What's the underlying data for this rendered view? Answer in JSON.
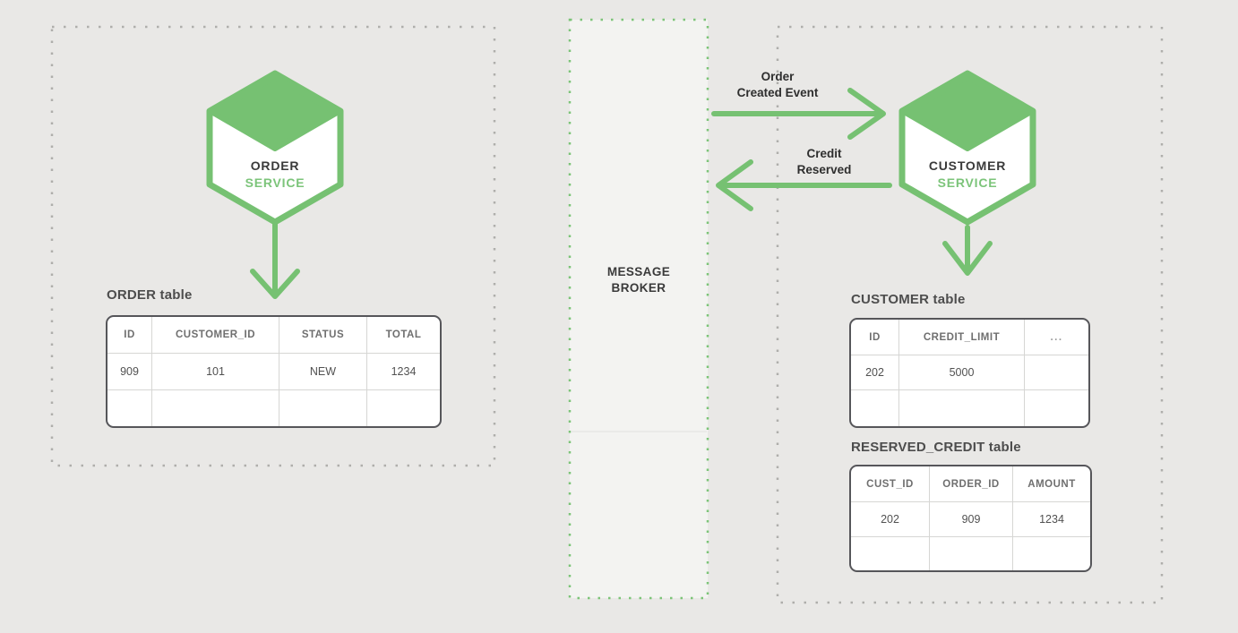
{
  "colors": {
    "accent_green": "#76c172",
    "service_subtitle_green": "#7cc47a",
    "background": "#e9e8e6",
    "broker_background": "#f3f3f1",
    "dotted_gray": "#afaeab",
    "dark_text": "#3a3a3a",
    "table_border": "#56565a"
  },
  "services": {
    "order": {
      "title": "ORDER",
      "subtitle": "SERVICE"
    },
    "customer": {
      "title": "CUSTOMER",
      "subtitle": "SERVICE"
    }
  },
  "broker": {
    "lines": [
      "MESSAGE",
      "BROKER"
    ]
  },
  "events": {
    "order_created": {
      "lines": [
        "Order",
        "Created Event"
      ]
    },
    "credit_reserved": {
      "lines": [
        "Credit",
        "Reserved"
      ]
    }
  },
  "tables": {
    "order": {
      "title": "ORDER table",
      "headers": [
        "ID",
        "CUSTOMER_ID",
        "STATUS",
        "TOTAL"
      ],
      "rows": [
        [
          "909",
          "101",
          "NEW",
          "1234"
        ],
        [
          "",
          "",
          "",
          ""
        ]
      ]
    },
    "customer": {
      "title": "CUSTOMER table",
      "headers": [
        "ID",
        "CREDIT_LIMIT",
        "..."
      ],
      "rows": [
        [
          "202",
          "5000",
          ""
        ],
        [
          "",
          "",
          ""
        ]
      ]
    },
    "reserved_credit": {
      "title": "RESERVED_CREDIT table",
      "headers": [
        "CUST_ID",
        "ORDER_ID",
        "AMOUNT"
      ],
      "rows": [
        [
          "202",
          "909",
          "1234"
        ],
        [
          "",
          "",
          ""
        ]
      ]
    }
  }
}
